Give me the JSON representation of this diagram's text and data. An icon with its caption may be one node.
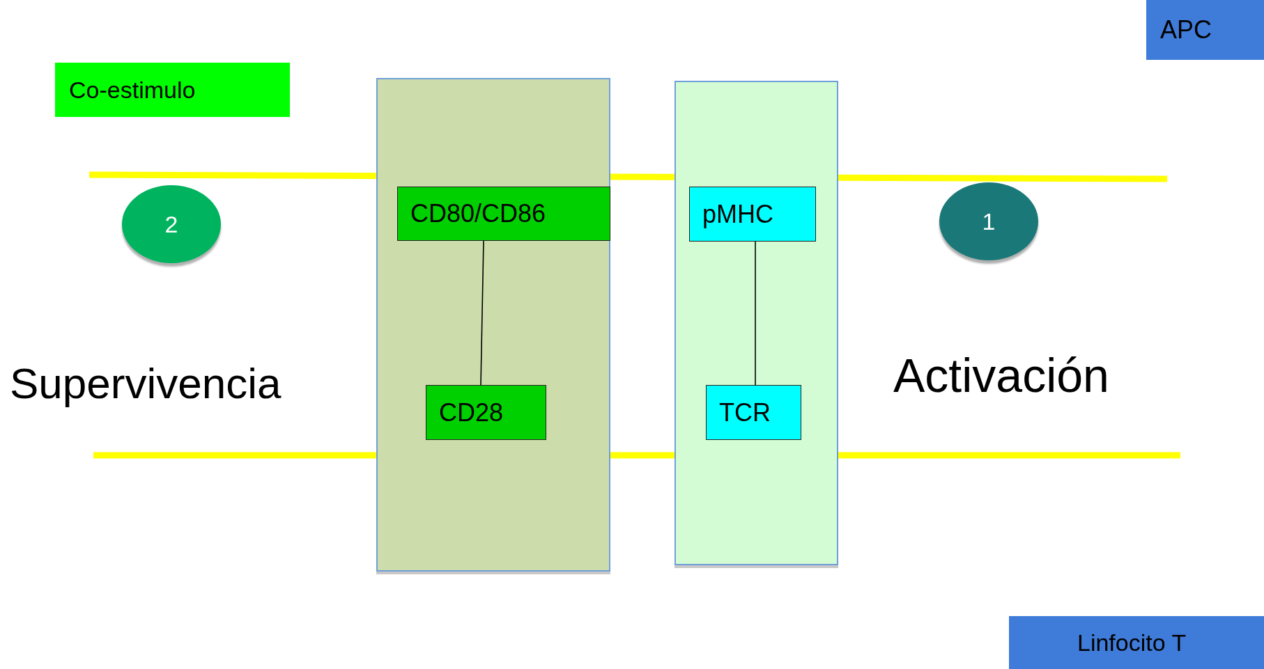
{
  "diagram": {
    "nodes": [
      {
        "text": [
          "APC"
        ]
      },
      {
        "text": [
          "Co-estimulo"
        ]
      },
      {
        "text": [],
        "shape": "box"
      },
      {
        "text": [
          "CD80/CD86"
        ],
        "in": 2
      },
      {
        "text": [
          "CD28"
        ],
        "in": 2
      },
      {
        "text": [],
        "shape": "box"
      },
      {
        "text": [
          "pMHC"
        ],
        "in": 5
      },
      {
        "text": [
          "TCR"
        ],
        "in": 5
      },
      {
        "text": [
          "2"
        ]
      },
      {
        "text": [
          "1"
        ]
      },
      {
        "text": [
          "Linfocito T"
        ]
      }
    ],
    "edges": [
      {
        "from": 3,
        "to": 4,
        "arrow": "none"
      },
      {
        "from": 6,
        "to": 7,
        "arrow": "none"
      }
    ],
    "labels": [
      "Supervivencia",
      "Activación"
    ]
  }
}
